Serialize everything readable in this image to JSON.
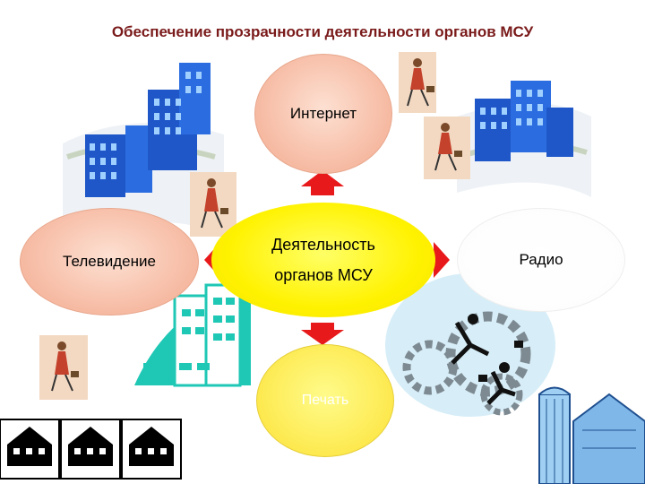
{
  "title": "Обеспечение прозрачности деятельности органов МСУ",
  "center": {
    "line1": "Деятельность",
    "line2": "органов МСУ"
  },
  "nodes": {
    "internet": "Интернет",
    "tv": "Телевидение",
    "radio": "Радио",
    "print": "Печать"
  },
  "colors": {
    "title": "#7a1a1a",
    "arrow": "#e8191a",
    "center_fill": "#fff200",
    "node_fill": "#f6b9a1",
    "print_fill": "#fde94f",
    "building_blue": "#1f57c8",
    "teal": "#1fc7b5"
  }
}
